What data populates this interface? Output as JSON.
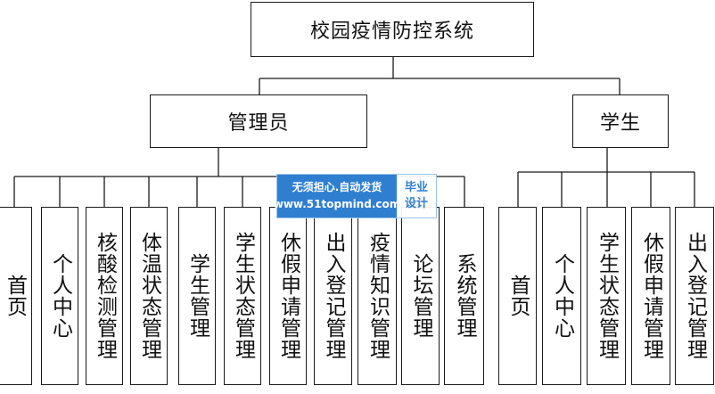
{
  "root": {
    "label": "校园疫情防控系统"
  },
  "categories": [
    {
      "label": "管理员",
      "children": [
        "首页",
        "个人中心",
        "核酸检测管理",
        "体温状态管理",
        "学生管理",
        "学生状态管理",
        "休假申请管理",
        "出入登记管理",
        "疫情知识管理",
        "论坛管理",
        "系统管理"
      ]
    },
    {
      "label": "学生",
      "children": [
        "首页",
        "个人中心",
        "学生状态管理",
        "休假申请管理",
        "出入登记管理"
      ]
    }
  ],
  "watermark": {
    "line1": "无须担心.自动发货",
    "line2": "www.51topmind.com",
    "badge_line1": "毕业",
    "badge_line2": "设计",
    "color": "#2f7fd1"
  }
}
